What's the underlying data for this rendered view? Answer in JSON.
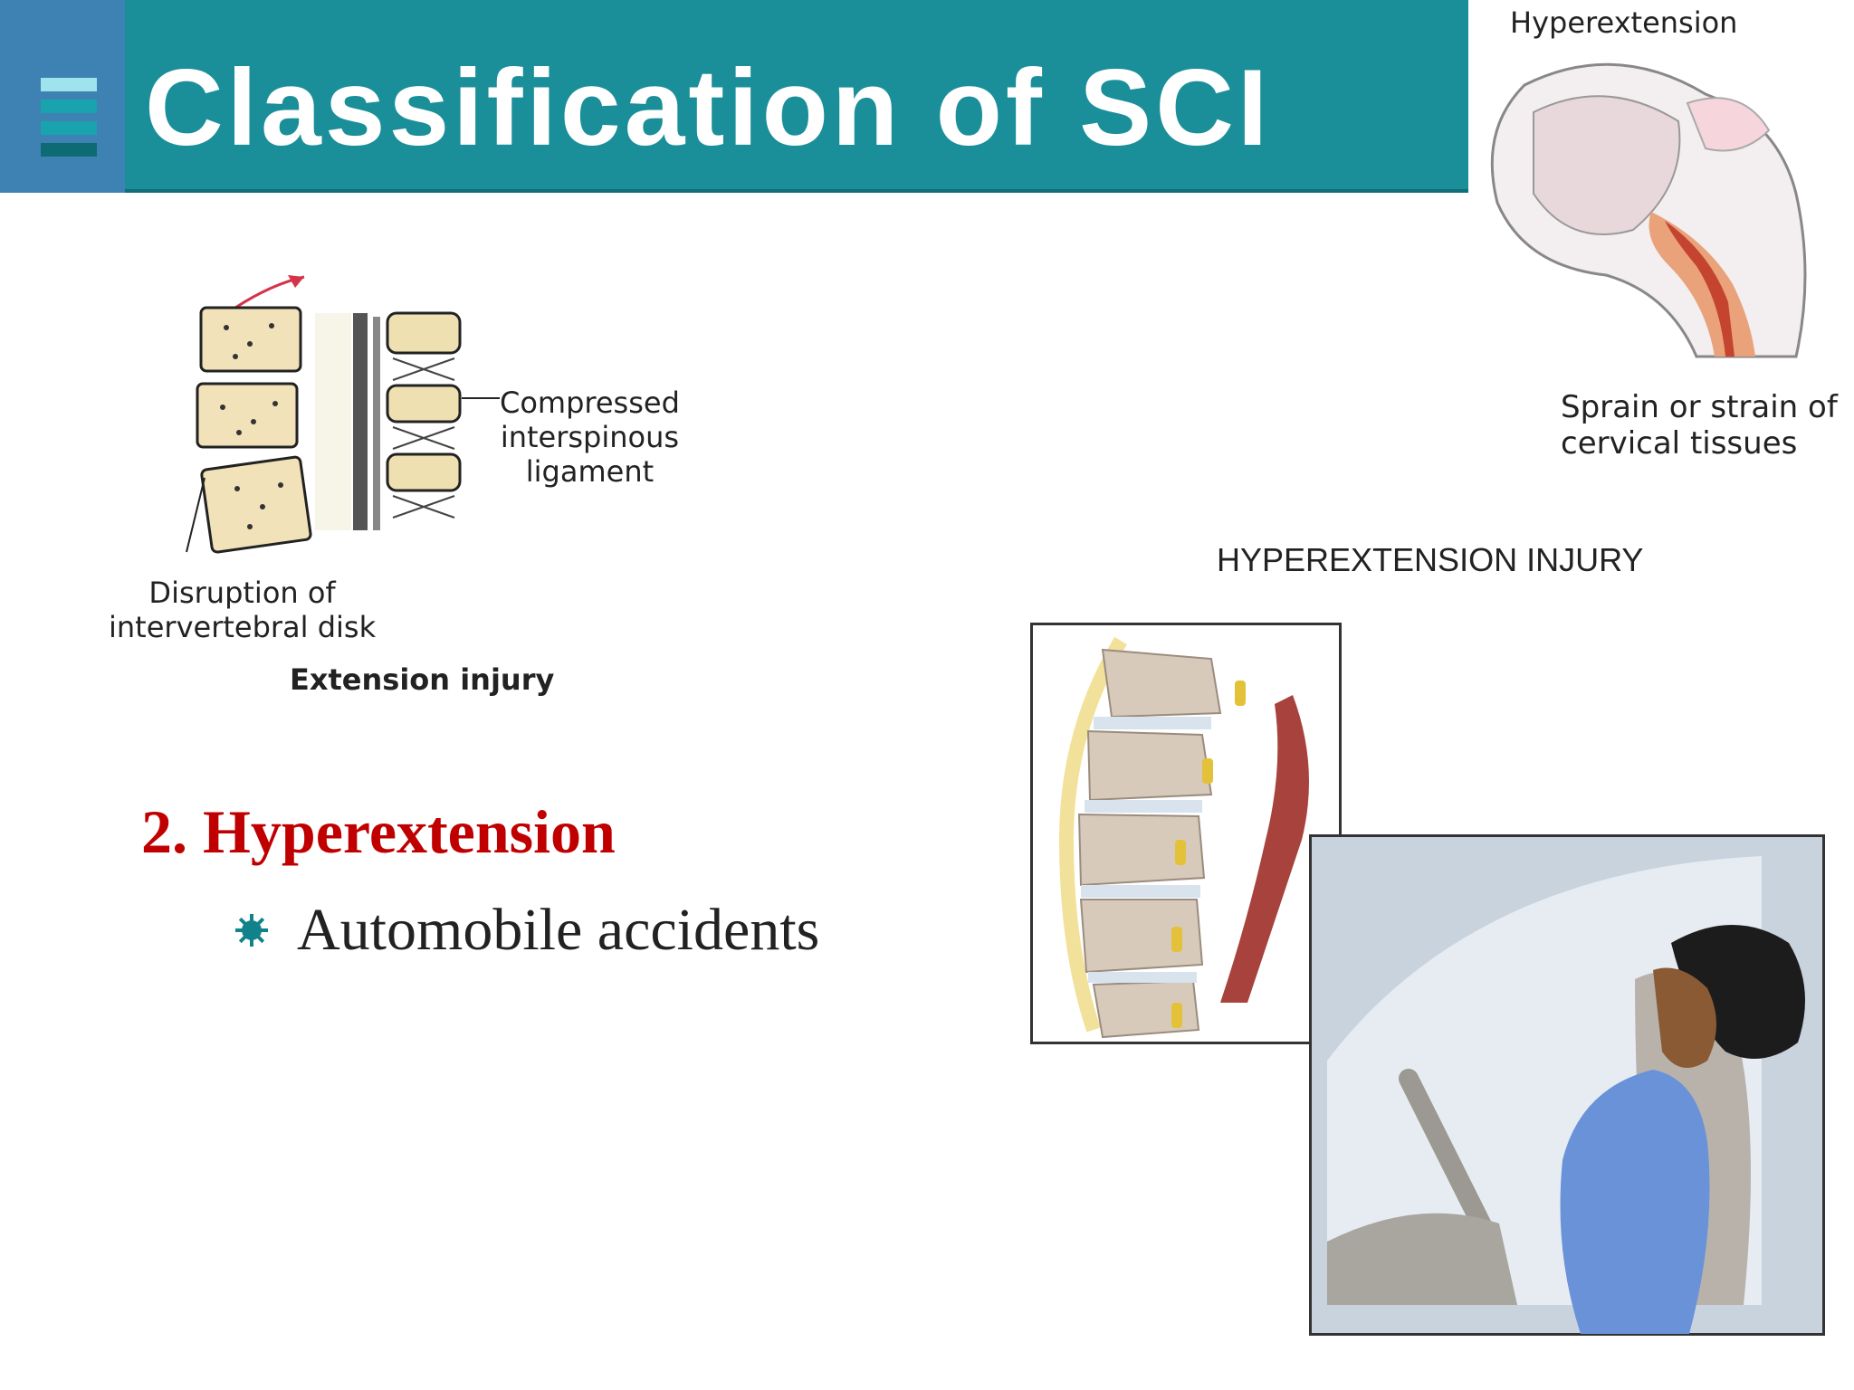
{
  "slide": {
    "title": "Classification of SCI",
    "section_heading": "2. Hyperextension",
    "bullets": [
      {
        "text": "Automobile accidents",
        "icon": "starburst-bullet-icon"
      }
    ]
  },
  "figures": {
    "extension_diagram": {
      "label_compressed": [
        "Compressed",
        "interspinous",
        "ligament"
      ],
      "label_disruption": [
        "Disruption of",
        "intervertebral disk"
      ],
      "caption": "Extension injury"
    },
    "head_diagram": {
      "title": "Hyperextension",
      "caption": [
        "Sprain or strain of",
        "cervical tissues"
      ]
    },
    "hyperextension_injury": {
      "caption": "HYPEREXTENSION INJURY"
    }
  },
  "colors": {
    "header_teal": "#1b8f99",
    "header_left_blue": "#3d82b3",
    "heading_red": "#c00000",
    "bullet_teal": "#12828a"
  }
}
